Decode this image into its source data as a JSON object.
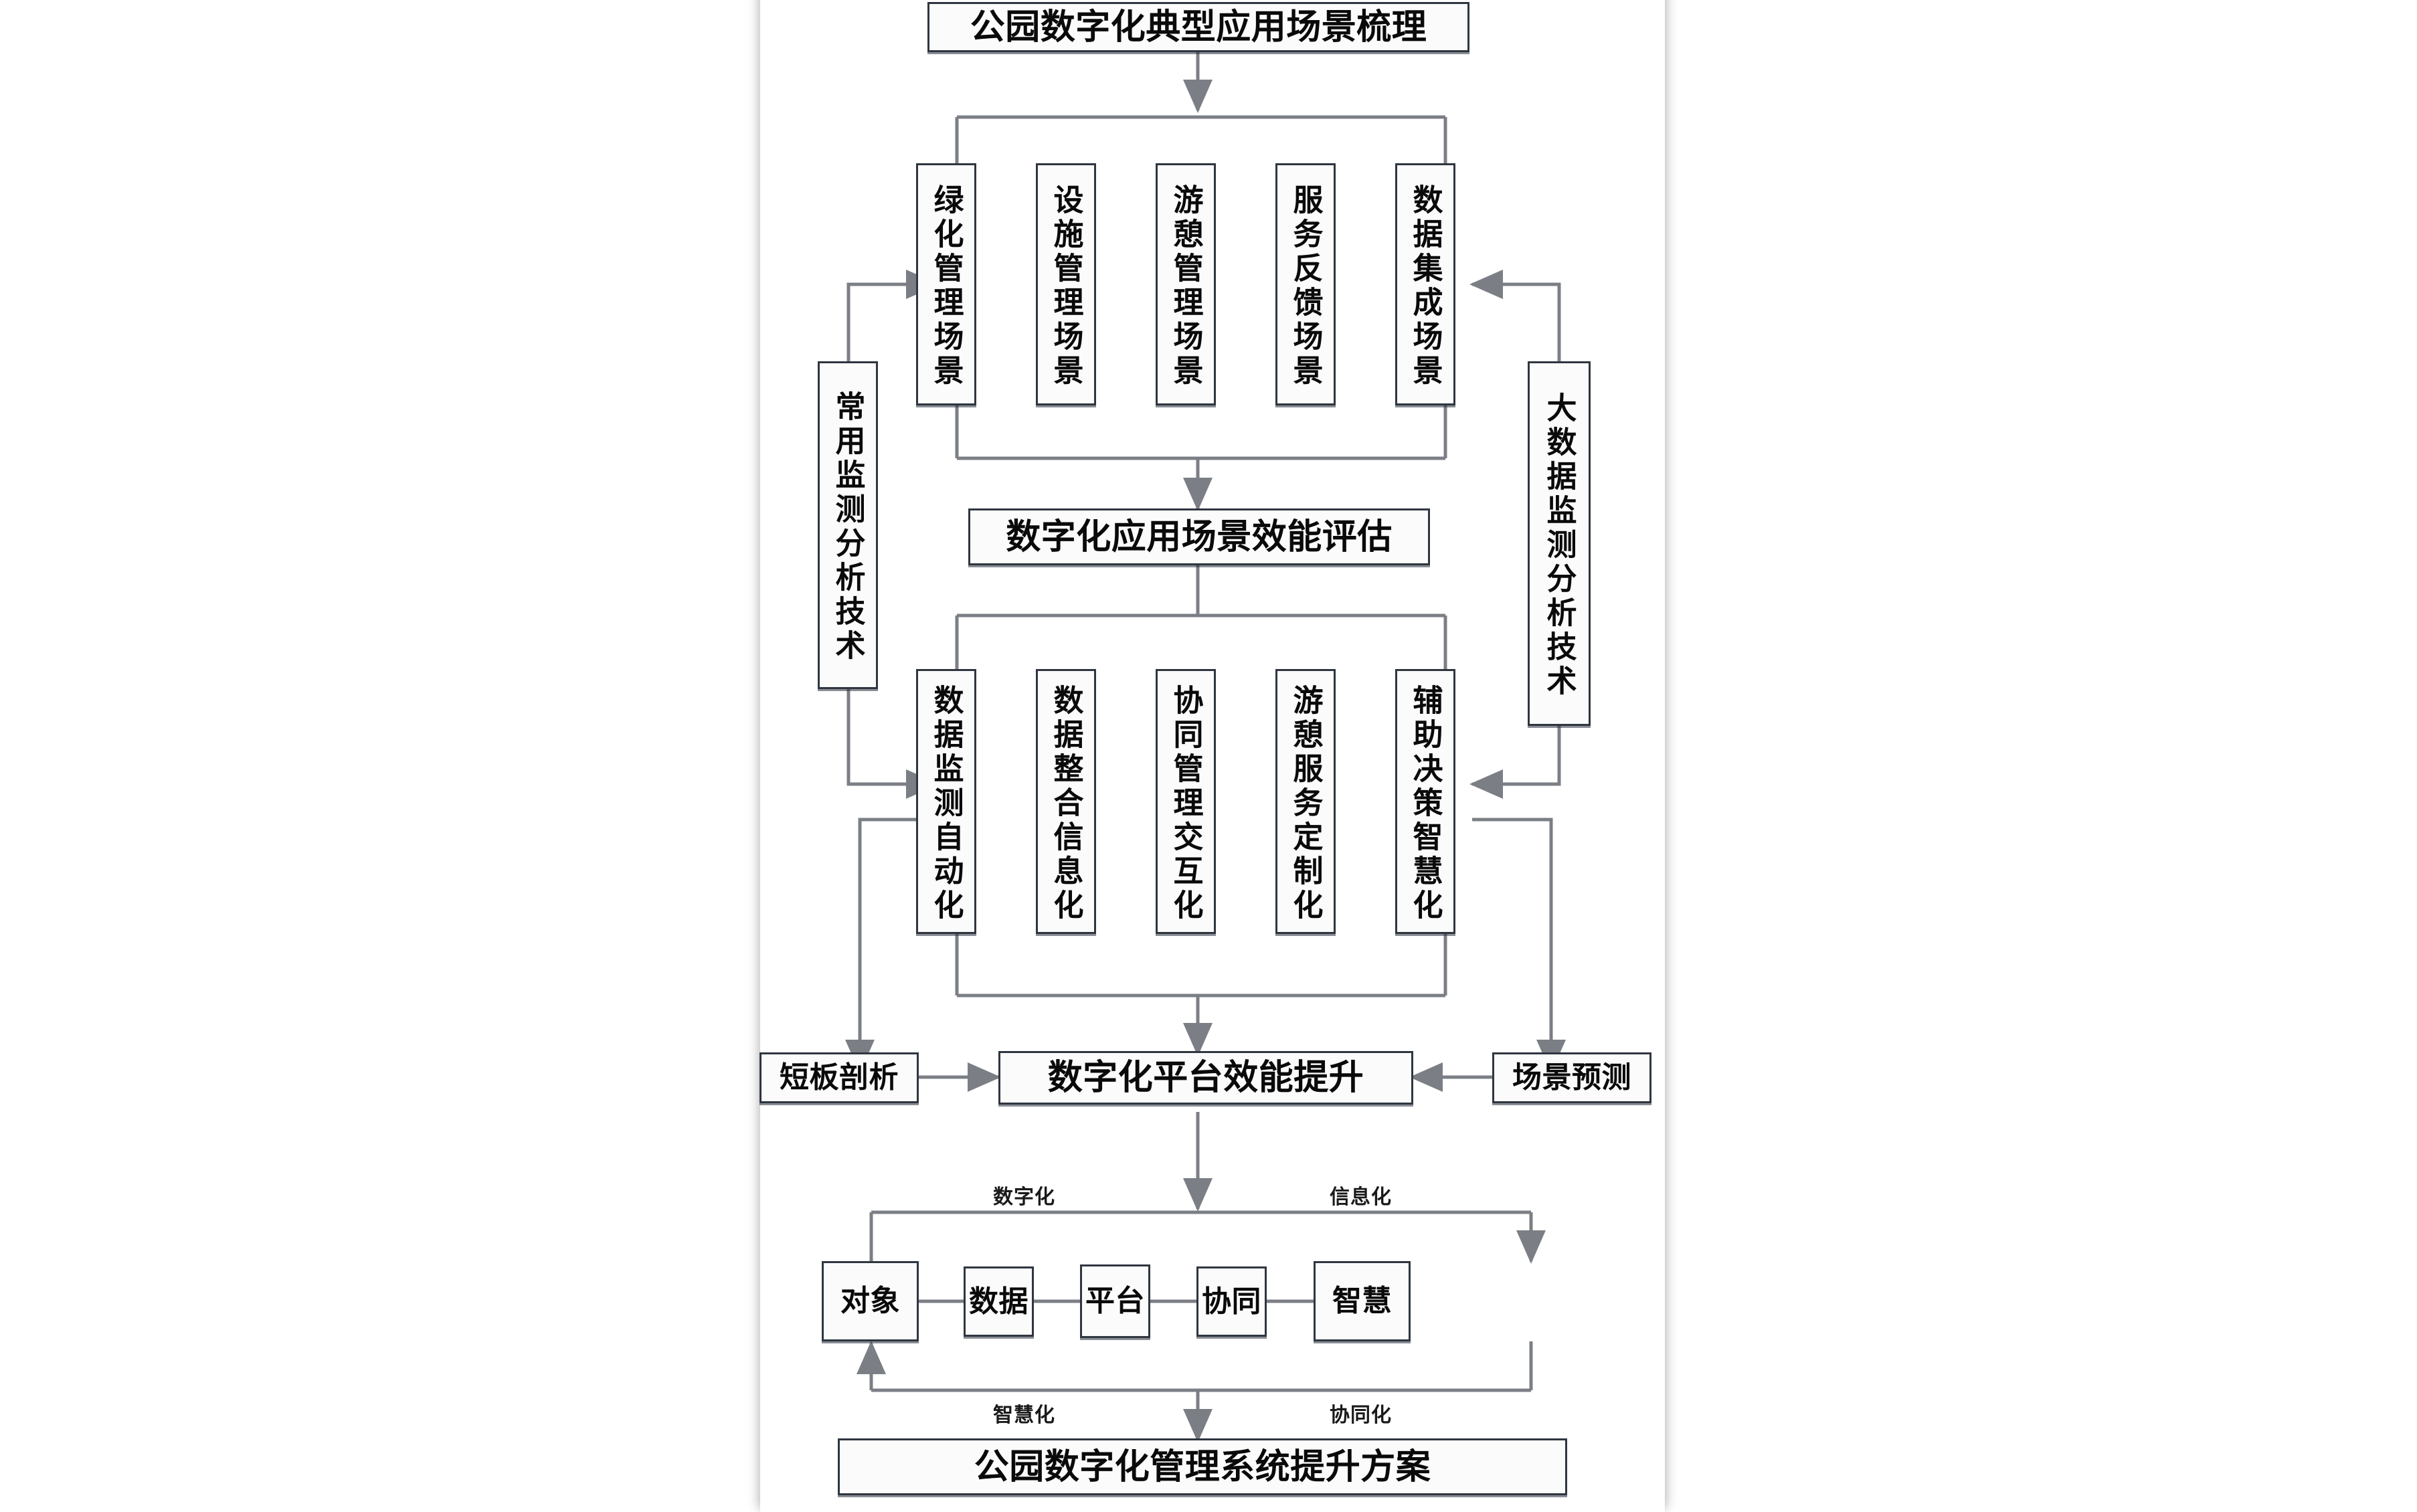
{
  "diagram": {
    "title_node": "公园数字化典型应用场景梳理",
    "scenarios": [
      "绿化管理场景",
      "设施管理场景",
      "游憩管理场景",
      "服务反馈场景",
      "数据集成场景"
    ],
    "left_tech": "常用监测分析技术",
    "right_tech": "大数据监测分析技术",
    "evaluation": "数字化应用场景效能评估",
    "outcomes": [
      "数据监测自动化",
      "数据整合信息化",
      "协同管理交互化",
      "游憩服务定制化",
      "辅助决策智慧化"
    ],
    "analysis_left": "短板剖析",
    "platform": "数字化平台效能提升",
    "analysis_right": "场景预测",
    "chain": [
      "对象",
      "数据",
      "平台",
      "协同",
      "智慧"
    ],
    "chain_labels": {
      "top_left": "数字化",
      "top_right": "信息化",
      "bottom_left": "智慧化",
      "bottom_right": "协同化"
    },
    "conclusion": "公园数字化管理系统提升方案"
  },
  "colors": {
    "border": "#2f3640",
    "connector": "#6e7278",
    "fill": "#fbfbfb",
    "page": "#ffffff"
  }
}
